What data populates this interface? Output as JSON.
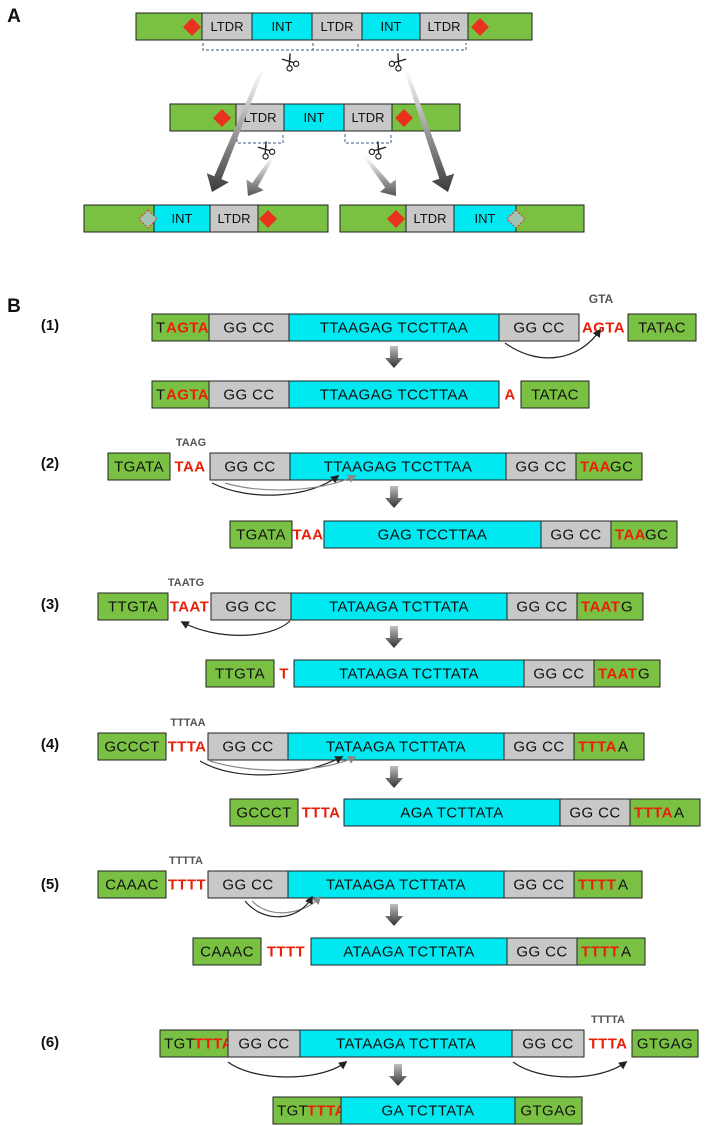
{
  "colors": {
    "flank": "#7ac143",
    "ltr": "#c8c8c8",
    "int": "#00e8f0",
    "site": "#e8321e",
    "site_empty": "#a3c4b4",
    "red_text": "#e8200a",
    "gray_text": "#555555"
  },
  "panel_a": {
    "label": "A",
    "ltdr": "LTDR",
    "int": "INT"
  },
  "panel_b": {
    "label": "B",
    "rows": [
      {
        "id": "(1)",
        "top": {
          "flank_l": "T",
          "flank_l_red": "AGTA",
          "ltr_l": "GG   CC",
          "int": "TTAAGAG         TCCTTAA",
          "ltr_r": "GG   CC",
          "gap_red": "AGTA",
          "flank_r": "TATAC"
        },
        "note": "GTA",
        "bottom": {
          "flank_l": "T",
          "flank_l_red": "AGTA",
          "ltr_l": "GG   CC",
          "int": "TTAAGAG         TCCTTAA",
          "gap_red": "A",
          "flank_r": "TATAC"
        }
      },
      {
        "id": "(2)",
        "top": {
          "flank_l": "TGATA",
          "gap_red": "TAA",
          "ltr_l": "GG   CC",
          "int": "TTAAGAG         TCCTTAA",
          "ltr_r": "GG   CC",
          "flank_r_red": "TAA",
          "flank_r": "GC"
        },
        "note": "TAAG",
        "bottom": {
          "flank_l": "TGATA",
          "gap_red": "TAA",
          "int": "GAG         TCCTTAA",
          "ltr_r": "GG   CC",
          "flank_r_red": "TAA",
          "flank_r": "GC"
        }
      },
      {
        "id": "(3)",
        "top": {
          "flank_l": "TTGTA",
          "gap_red": "TAAT",
          "ltr_l": "GG   CC",
          "int": "TATAAGA         TCTTATA",
          "ltr_r": "GG   CC",
          "flank_r_red": "TAAT",
          "flank_r": "G"
        },
        "note": "TAATG",
        "bottom": {
          "flank_l": "TTGTA",
          "gap_red": "T",
          "int": "TATAAGA         TCTTATA",
          "ltr_r": "GG   CC",
          "flank_r_red": "TAAT",
          "flank_r": "G"
        }
      },
      {
        "id": "(4)",
        "top": {
          "flank_l": "GCCCT",
          "gap_red": "TTTA",
          "ltr_l": "GG   CC",
          "int": "TATAAGA         TCTTATA",
          "ltr_r": "GG   CC",
          "flank_r_red": "TTTA",
          "flank_r": "A"
        },
        "note": "TTTAA",
        "bottom": {
          "flank_l": "GCCCT",
          "gap_red": "TTTA",
          "int": "AGA         TCTTATA",
          "ltr_r": "GG   CC",
          "flank_r_red": "TTTA",
          "flank_r": "A"
        }
      },
      {
        "id": "(5)",
        "top": {
          "flank_l": "CAAAC",
          "gap_red": "TTTT",
          "ltr_l": "GG   CC",
          "int": "TATAAGA         TCTTATA",
          "ltr_r": "GG   CC",
          "flank_r_red": "TTTT",
          "flank_r": "A"
        },
        "note": "TTTTA",
        "bottom": {
          "flank_l": "CAAAC",
          "gap_red": "TTTT",
          "int": "ATAAGA         TCTTATA",
          "ltr_r": "GG   CC",
          "flank_r_red": "TTTT",
          "flank_r": "A"
        }
      },
      {
        "id": "(6)",
        "top": {
          "flank_l": "TGT",
          "flank_l_red": "TTTA",
          "ltr_l": "GG   CC",
          "int": "TATAAGA         TCTTATA",
          "ltr_r": "GG   CC",
          "gap_red": "TTTA",
          "flank_r": "GTGAG"
        },
        "note": "TTTTA",
        "bottom": {
          "flank_l": "TGT",
          "flank_l_red": "TTTA",
          "int": "GA         TCTTATA",
          "flank_r": "GTGAG"
        }
      }
    ]
  }
}
